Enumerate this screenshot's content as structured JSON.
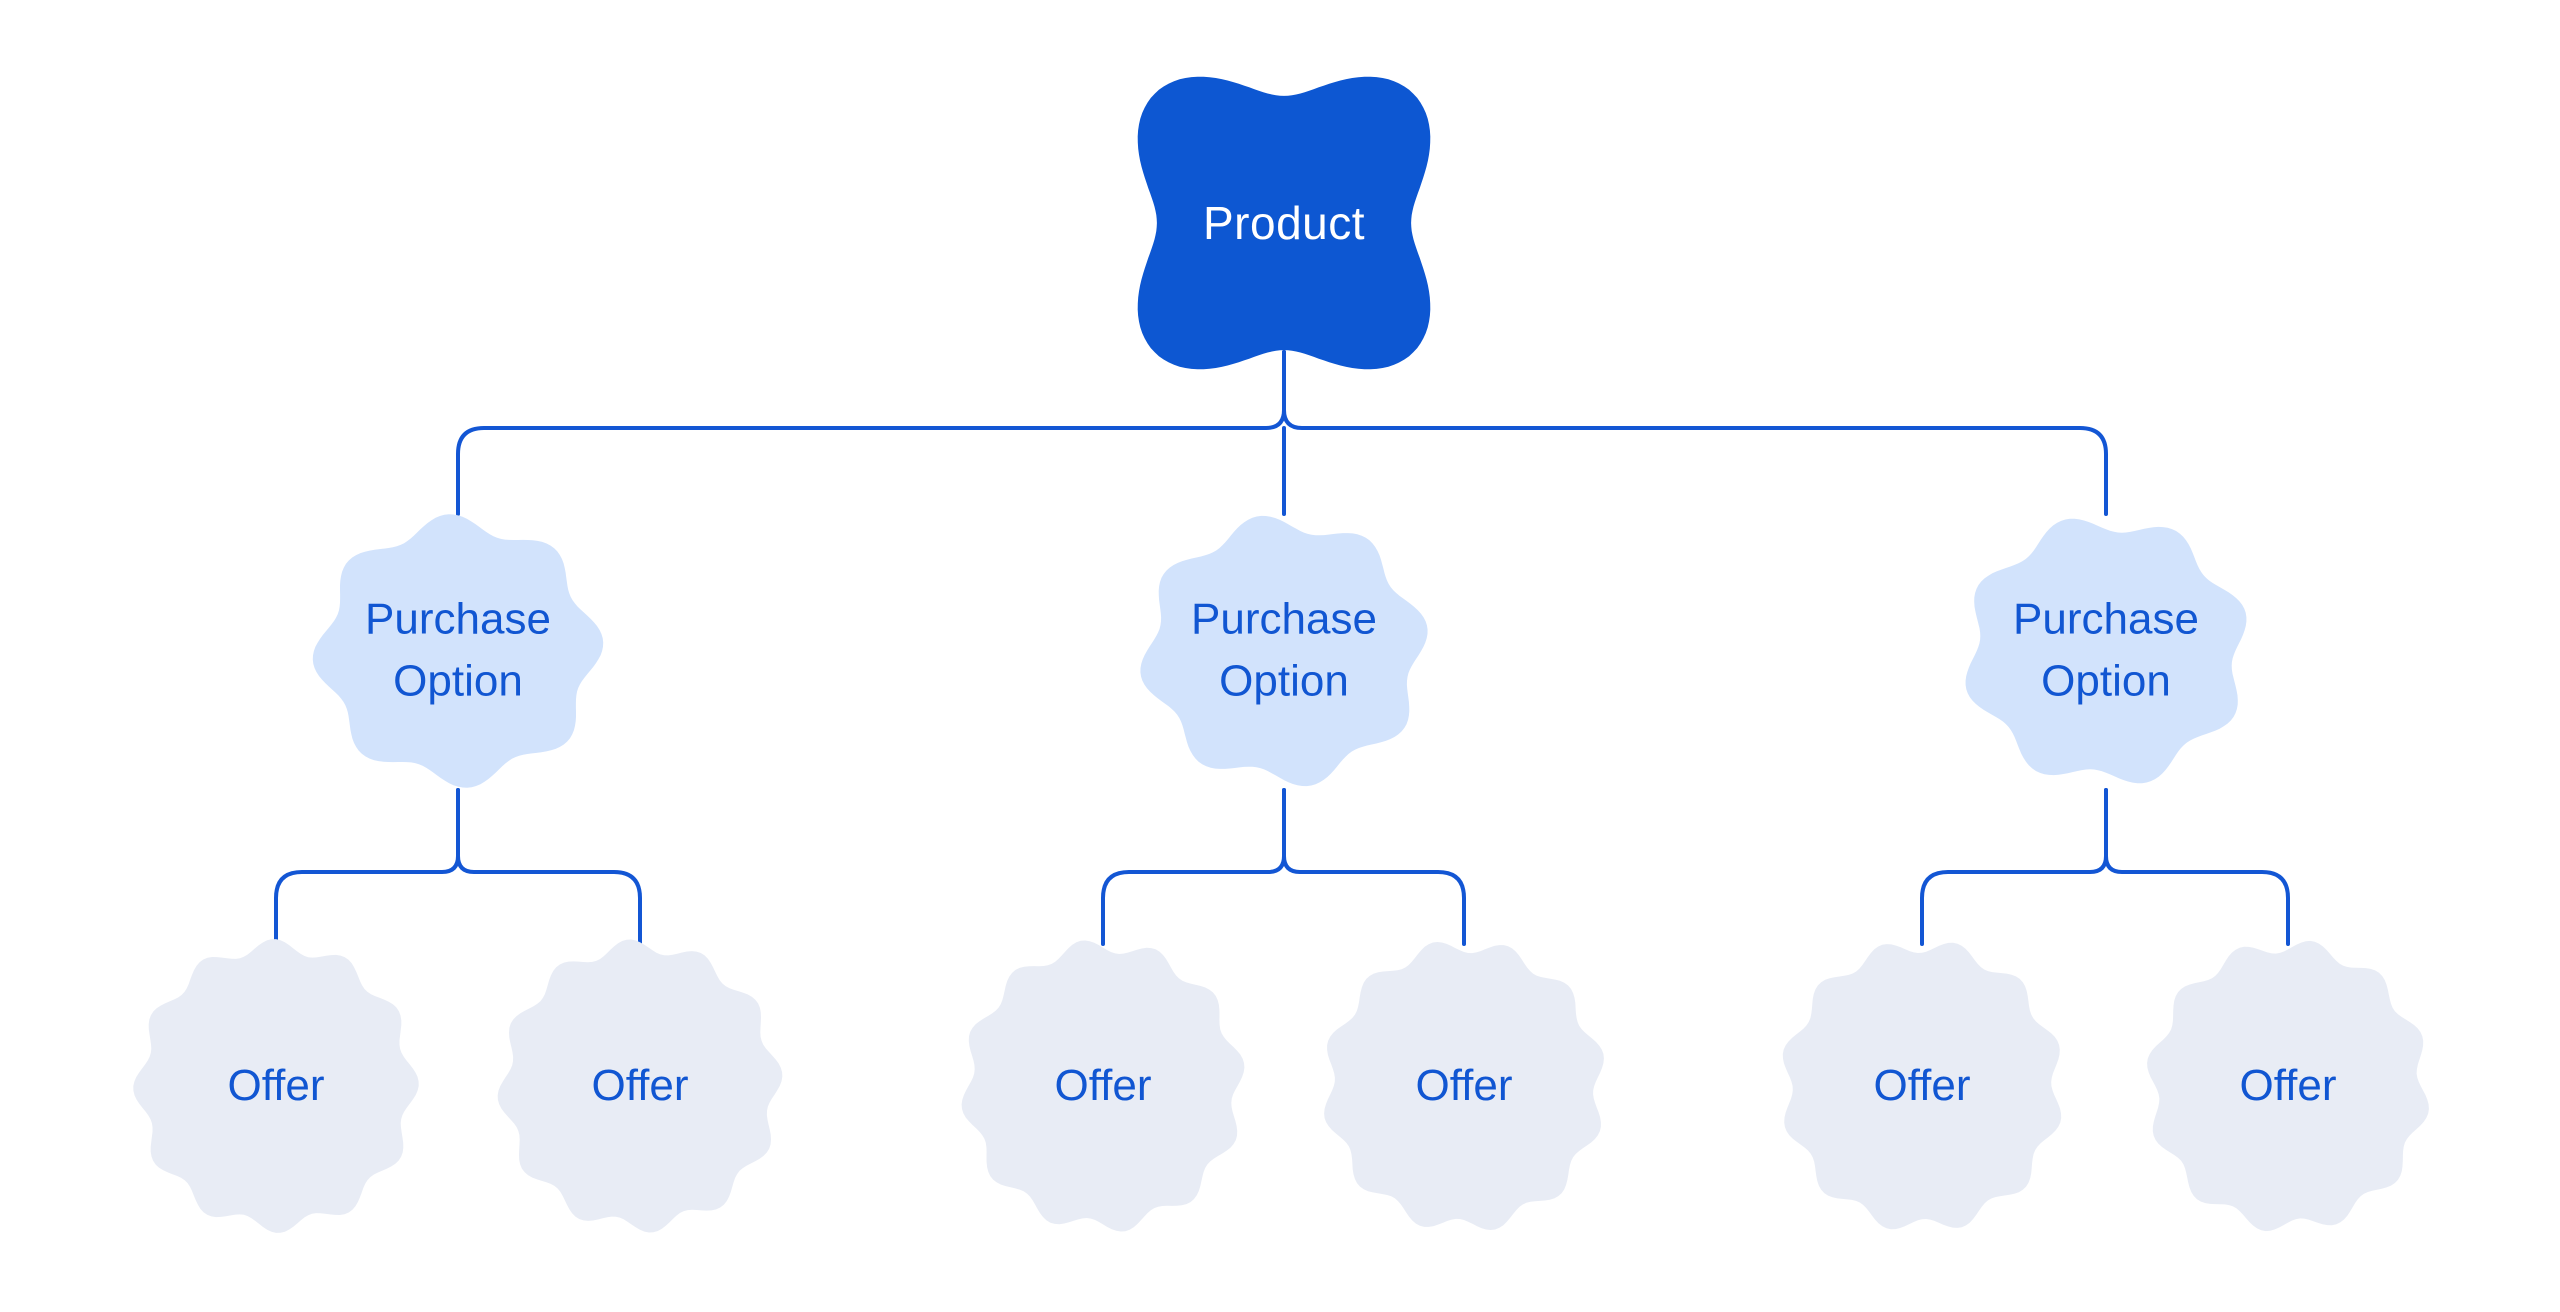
{
  "colors": {
    "background": "#ffffff",
    "product_fill": "#0d57d2",
    "product_text": "#ffffff",
    "purchase_option_fill": "#d2e3fc",
    "offer_fill": "#e8ecf5",
    "node_text": "#1156d2",
    "connector": "#1356d4"
  },
  "diagram": {
    "root": {
      "label": "Product",
      "shape": "quatrefoil-blob",
      "children": [
        {
          "label": "Purchase Option",
          "shape": "wavy-cloud",
          "children": [
            {
              "label": "Offer",
              "shape": "scalloped-seal"
            },
            {
              "label": "Offer",
              "shape": "scalloped-seal"
            }
          ]
        },
        {
          "label": "Purchase Option",
          "shape": "wavy-cloud",
          "children": [
            {
              "label": "Offer",
              "shape": "scalloped-seal"
            },
            {
              "label": "Offer",
              "shape": "scalloped-seal"
            }
          ]
        },
        {
          "label": "Purchase Option",
          "shape": "wavy-cloud",
          "children": [
            {
              "label": "Offer",
              "shape": "scalloped-seal"
            },
            {
              "label": "Offer",
              "shape": "scalloped-seal"
            }
          ]
        }
      ]
    }
  }
}
